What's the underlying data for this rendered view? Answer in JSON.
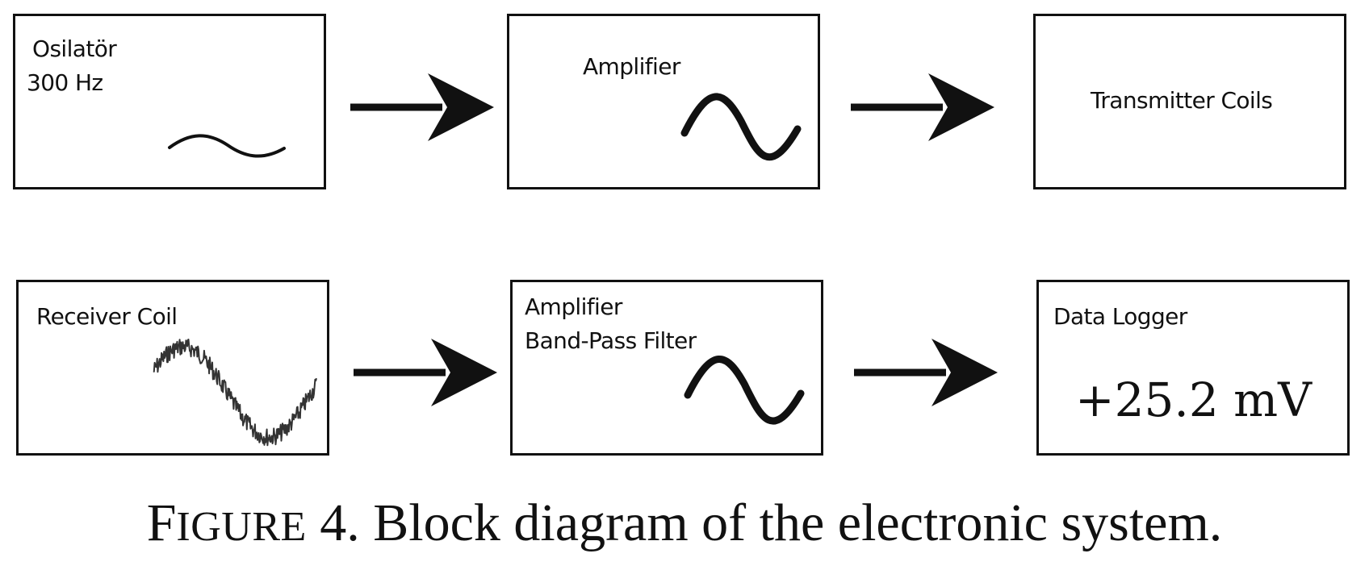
{
  "blocks": {
    "oscillator": {
      "line1": "Osilatör",
      "line2": "300 Hz"
    },
    "amplifier": {
      "label": "Amplifier"
    },
    "transmitter": {
      "label": "Transmitter Coils"
    },
    "receiver": {
      "label": "Receiver Coil"
    },
    "amplifier_filter": {
      "line1": "Amplifier",
      "line2": "Band-Pass Filter"
    },
    "data_logger": {
      "label": "Data Logger",
      "reading": "+25.2 mV"
    }
  },
  "caption": {
    "figure_initial": "F",
    "figure_rest": "IGURE",
    "text": " 4. Block diagram of the electronic system."
  },
  "colors": {
    "ink": "#111111",
    "background": "#ffffff"
  },
  "icons": {
    "arrow": "right-arrow-icon",
    "sine": "sine-wave-icon",
    "noisy_sine": "noisy-sine-wave-icon"
  }
}
